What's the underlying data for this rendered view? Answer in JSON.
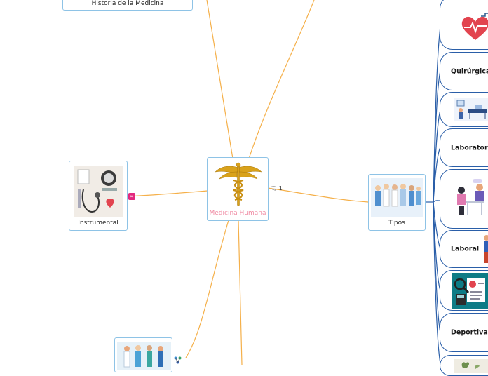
{
  "central": {
    "label": "Medicina Humana",
    "icon": "caduceus-icon",
    "comment_count": "1"
  },
  "nodes": {
    "history": {
      "label": "Historia de la Medicina"
    },
    "instrumental": {
      "label": "Instrumental",
      "icon": "medical-tools-image",
      "link_icon": "link-icon"
    },
    "tipos": {
      "label": "Tipos",
      "icon": "doctors-group-image"
    },
    "bottom_left": {
      "icon": "medical-staff-image",
      "badge_icon": "network-icon"
    }
  },
  "tipos_children": [
    {
      "label": "",
      "icon": "heart-pulse-icon"
    },
    {
      "label": "Quirúrgica",
      "icon": ""
    },
    {
      "label": "",
      "icon": "hospital-bed-image"
    },
    {
      "label": "Laboratorio",
      "icon": ""
    },
    {
      "label": "",
      "icon": "consultation-image"
    },
    {
      "label": "Laboral",
      "icon": "worker-image"
    },
    {
      "label": "",
      "icon": "medical-report-image"
    },
    {
      "label": "Deportiva",
      "icon": ""
    },
    {
      "label": "",
      "icon": "plant-image"
    }
  ],
  "colors": {
    "connector": "#f5b04a",
    "tree_line": "#2a5ea8",
    "node_border": "#8ec3e6",
    "central_text": "#f08ca4"
  }
}
